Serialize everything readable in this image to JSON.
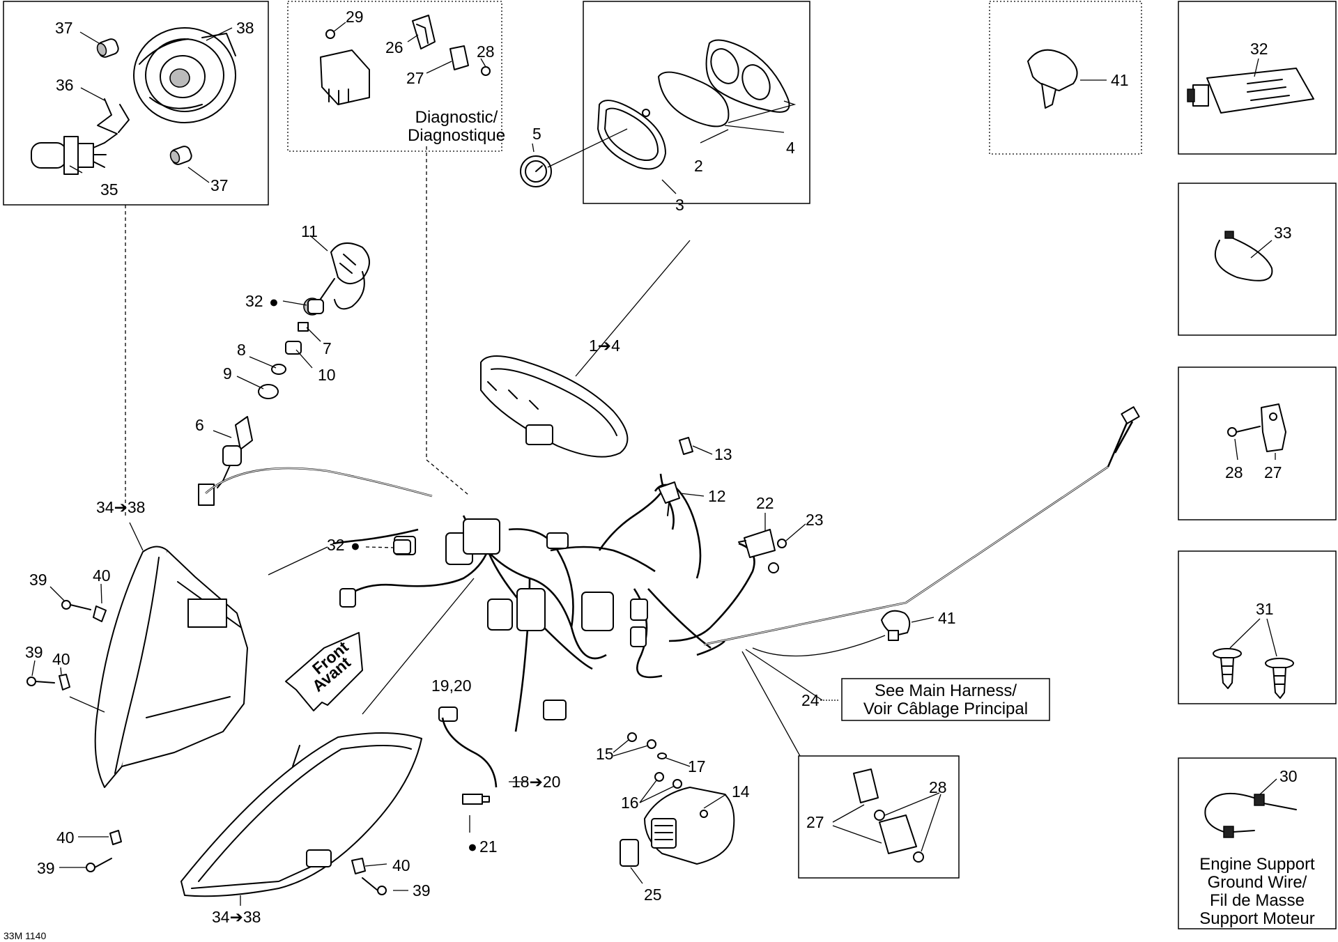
{
  "diagram_id": "33M 1140",
  "callouts": {
    "c37a": "37",
    "c38a": "38",
    "c36": "36",
    "c35": "35",
    "c37b": "37",
    "c29": "29",
    "c26": "26",
    "c28a": "28",
    "c27a": "27",
    "c5": "5",
    "c2": "2",
    "c3": "3",
    "c4": "4",
    "c41a": "41",
    "c32a": "32",
    "c33": "33",
    "c28b": "28",
    "c27b": "27",
    "c31": "31",
    "c30": "30",
    "c11": "11",
    "c32b": "32",
    "c7": "7",
    "c8": "8",
    "c10": "10",
    "c9": "9",
    "c6": "6",
    "c1to4": "1➔4",
    "c13": "13",
    "c12": "12",
    "c22": "22",
    "c23": "23",
    "c34to38a": "34➔38",
    "c32c": "32",
    "c39a": "39",
    "c40a": "40",
    "c39b": "39",
    "c40b": "40",
    "c41b": "41",
    "c24": "24",
    "c1920": "19,20",
    "c15": "15",
    "c17": "17",
    "c16": "16",
    "c14": "14",
    "c18to20": "18➔20",
    "c21": "21",
    "c40c": "40",
    "c39c": "39",
    "c40d": "40",
    "c39d": "39",
    "c25": "25",
    "c34to38b": "34➔38",
    "c27c": "27",
    "c28c": "28"
  },
  "notes": {
    "diagnostic_1": "Diagnostic/",
    "diagnostic_2": "Diagnostique",
    "harness_1": "See Main Harness/",
    "harness_2": "Voir Câblage Principal",
    "ground_1": "Engine Support",
    "ground_2": "Ground Wire/",
    "ground_3": "Fil de Masse",
    "ground_4": "Support Moteur",
    "front_1": "Front",
    "front_2": "Avant"
  }
}
